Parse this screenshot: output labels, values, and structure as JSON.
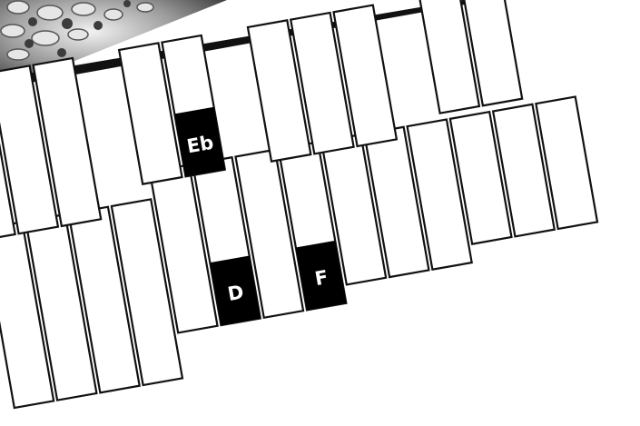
{
  "diagram": {
    "type": "chromatic-xylophone-layout",
    "colors": {
      "highlight": "#000000",
      "bar_fill": "#ffffff",
      "bar_outline": "#111111",
      "band": "#111111"
    },
    "decoration": {
      "name": "sphere-pattern-logo",
      "colors": [
        "#3c3c3c",
        "#9a9a9a",
        "#e6e6e6"
      ]
    },
    "highlighted_bars": [
      {
        "label": "Eb",
        "row": "upper"
      },
      {
        "label": "D",
        "row": "lower"
      },
      {
        "label": "F",
        "row": "lower"
      }
    ]
  }
}
